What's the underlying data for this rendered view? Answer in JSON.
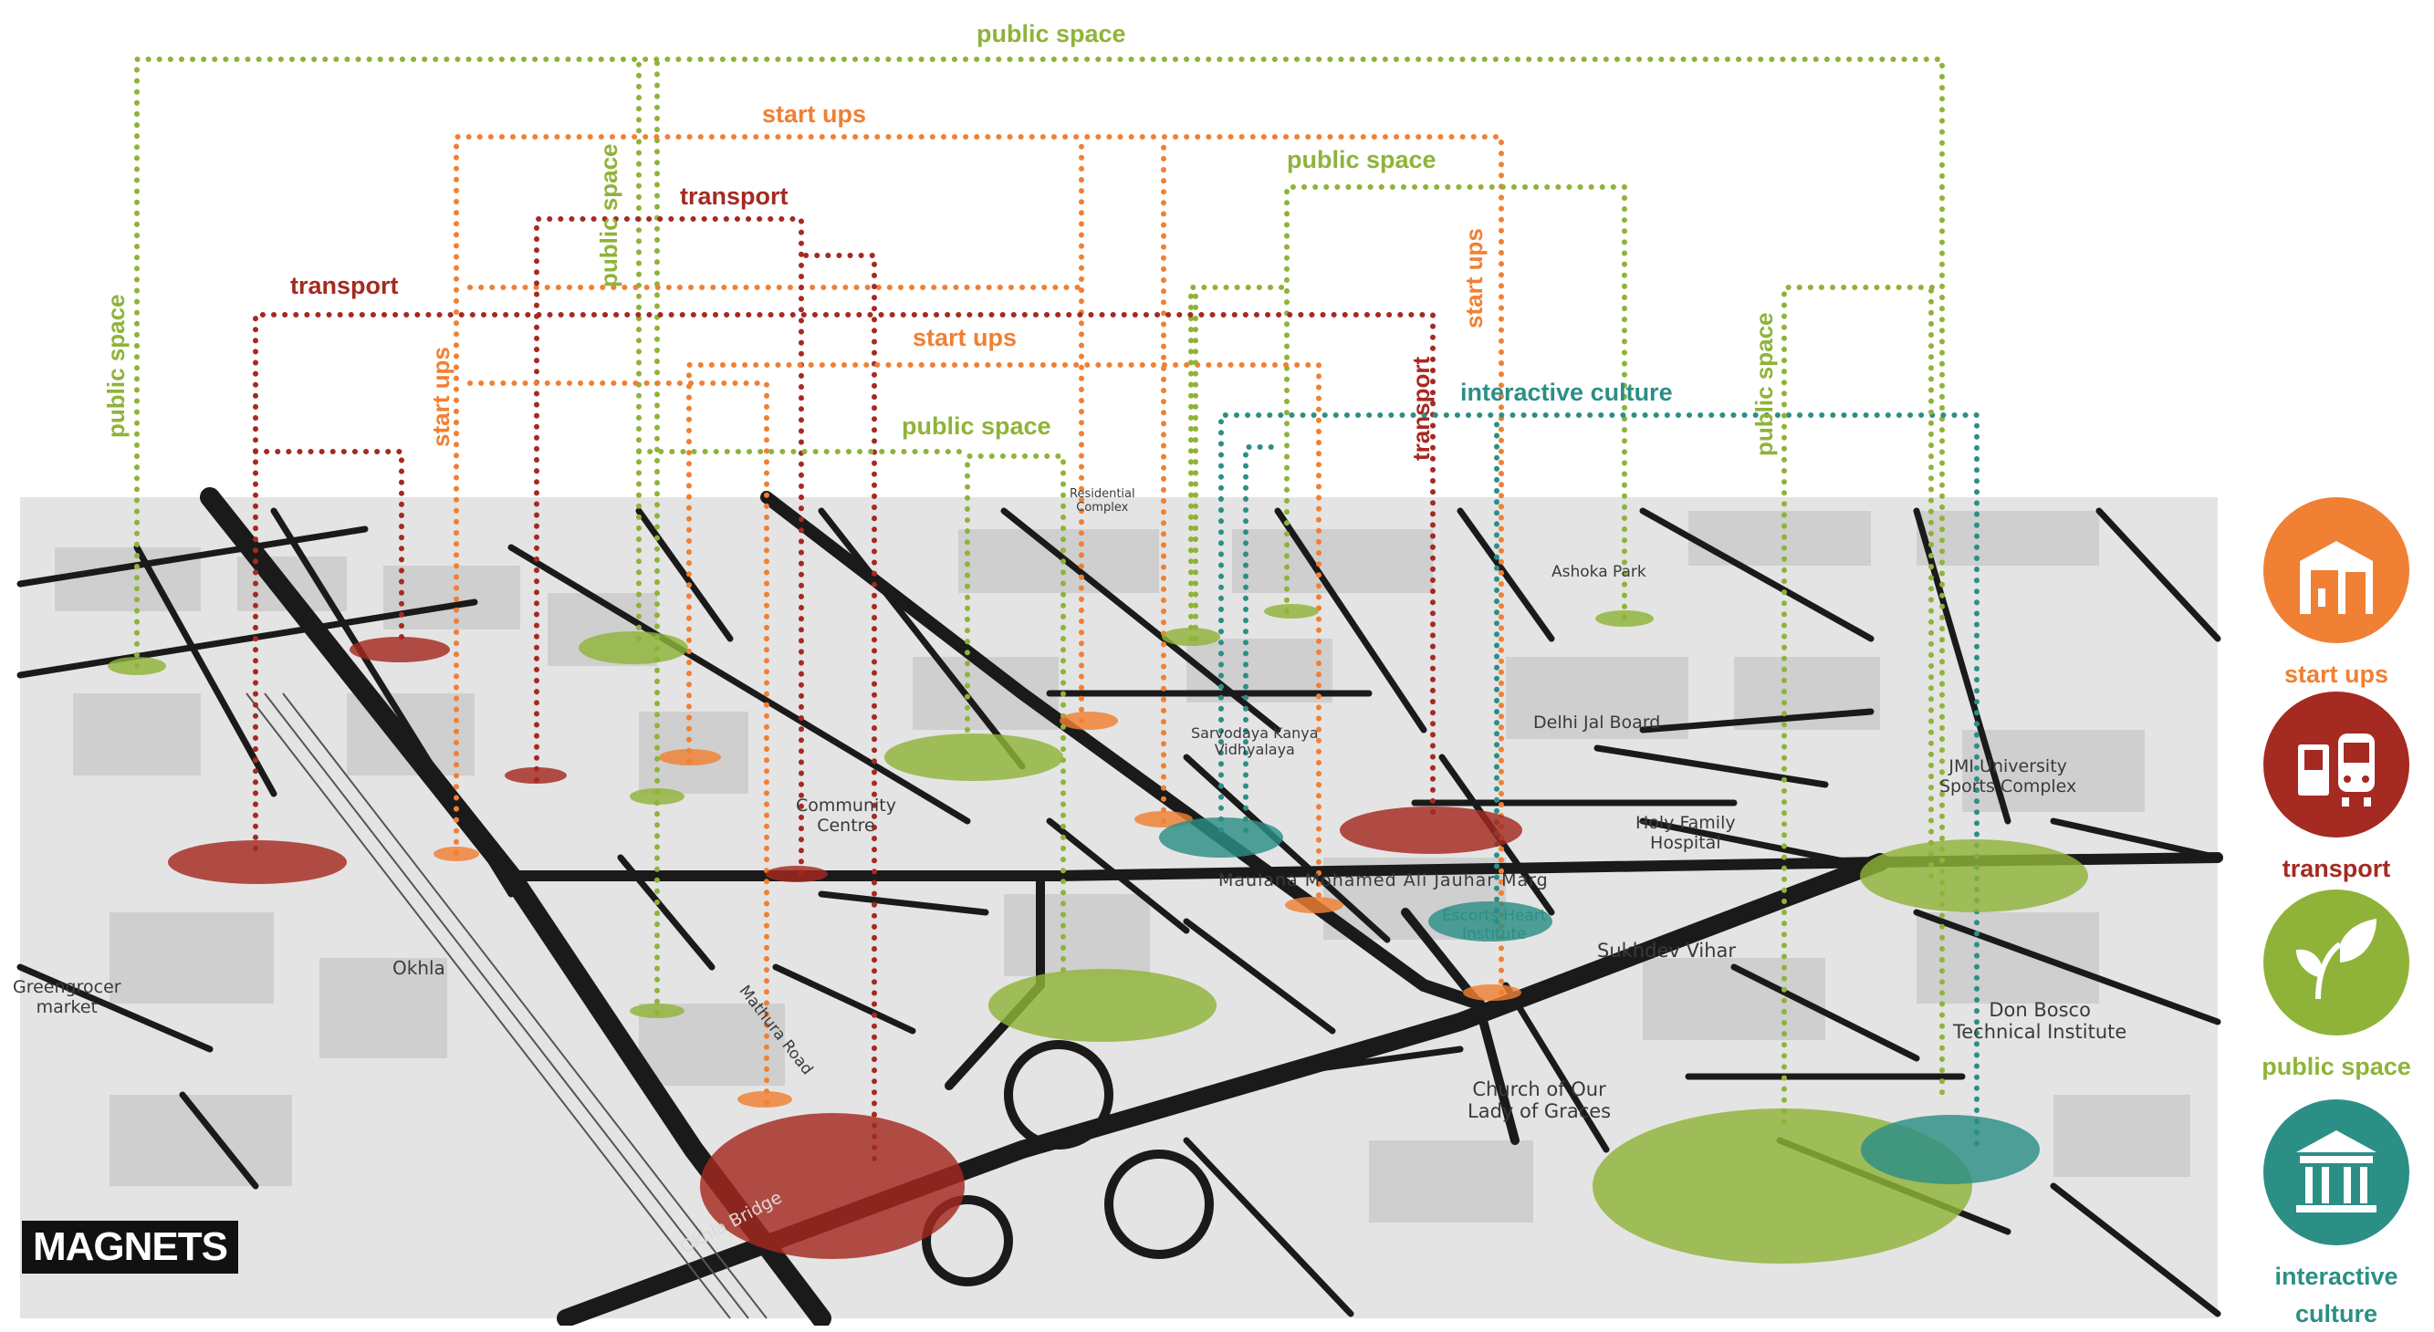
{
  "colors": {
    "start_ups": "#f08033",
    "transport": "#a52a21",
    "public_space": "#8fb339",
    "interactive_culture": "#2b8f85",
    "map_bg": "#e6e6e6",
    "road": "#1a1a1a"
  },
  "brand": "MAGNETS",
  "connection_labels": {
    "public_space_top": "public space",
    "start_ups_1": "start ups",
    "public_space_2": "public space",
    "transport_1": "transport",
    "transport_2": "transport",
    "start_ups_2": "start ups",
    "public_space_3": "public space",
    "interactive_culture": "interactive culture",
    "public_space_v1": "public space",
    "start_ups_v1": "start ups",
    "public_space_v2": "public space",
    "start_ups_v2": "start ups",
    "transport_v": "transport",
    "public_space_v3": "public space"
  },
  "map_labels": {
    "ashoka_park": "Ashoka Park",
    "delhi_jal_board": "Delhi Jal Board",
    "sarvodaya": "Sarvodaya Kanya\nVidhyalaya",
    "jmi": "JMI University\nSports Complex",
    "holy_family": "Holy Family\nHospital",
    "community_centre": "Community\nCentre",
    "maulana": "Maulana Mohamed Ali Jauhar Marg",
    "escorts": "Escorts Heart\nInstitute",
    "sukhdev": "Sukhdev Vihar",
    "don_bosco": "Don Bosco\nTechnical Institute",
    "greengrocer": "Greengrocer\nmarket",
    "okhla": "Okhla",
    "church": "Church of Our\nLady of Graces",
    "mathura": "Mathura Road",
    "okhla_bridge": "Okhla Bridge",
    "residential": "Residential\nComplex"
  },
  "legend": [
    {
      "key": "start_ups",
      "label": "start ups",
      "icon": "building-icon"
    },
    {
      "key": "transport",
      "label": "transport",
      "icon": "train-icon"
    },
    {
      "key": "public_space",
      "label": "public space",
      "icon": "leaf-icon"
    },
    {
      "key": "interactive_culture",
      "label": "interactive\nculture",
      "icon": "museum-icon"
    }
  ]
}
